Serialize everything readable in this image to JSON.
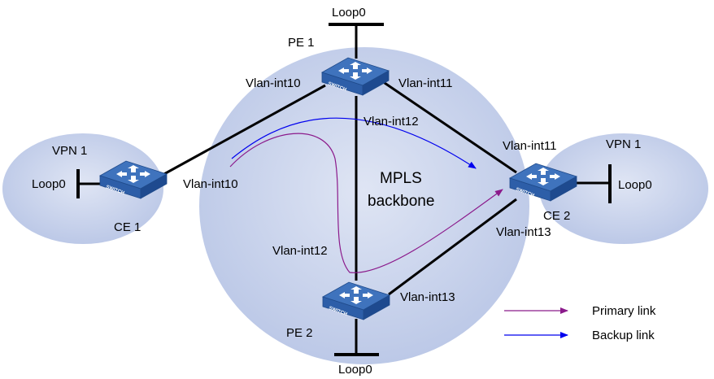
{
  "colors": {
    "cloud": "#c9d3ec",
    "cloud_edge": "#b3c1e3",
    "switch_top": "#3d6fb8",
    "switch_side": "#2a5597",
    "link": "#000000",
    "primary": "#8b1a8b",
    "backup": "#0000ee"
  },
  "nodes": {
    "pe1": {
      "name": "PE 1",
      "loop": "Loop0"
    },
    "pe2": {
      "name": "PE 2",
      "loop": "Loop0"
    },
    "ce1": {
      "name": "CE 1",
      "loop": "Loop0",
      "vpn": "VPN 1"
    },
    "ce2": {
      "name": "CE 2",
      "loop": "Loop0",
      "vpn": "VPN 1"
    },
    "switch_text": "SWITCH"
  },
  "backbone": {
    "line1": "MPLS",
    "line2": "backbone"
  },
  "interfaces": {
    "pe1_to_ce1": "Vlan-int10",
    "ce1_to_pe1": "Vlan-int10",
    "pe1_to_ce2": "Vlan-int11",
    "ce2_to_pe1": "Vlan-int11",
    "pe1_to_pe2": "Vlan-int12",
    "pe2_to_pe1": "Vlan-int12",
    "ce2_to_pe2": "Vlan-int13",
    "pe2_to_ce2": "Vlan-int13"
  },
  "legend": {
    "primary": "Primary link",
    "backup": "Backup link"
  }
}
